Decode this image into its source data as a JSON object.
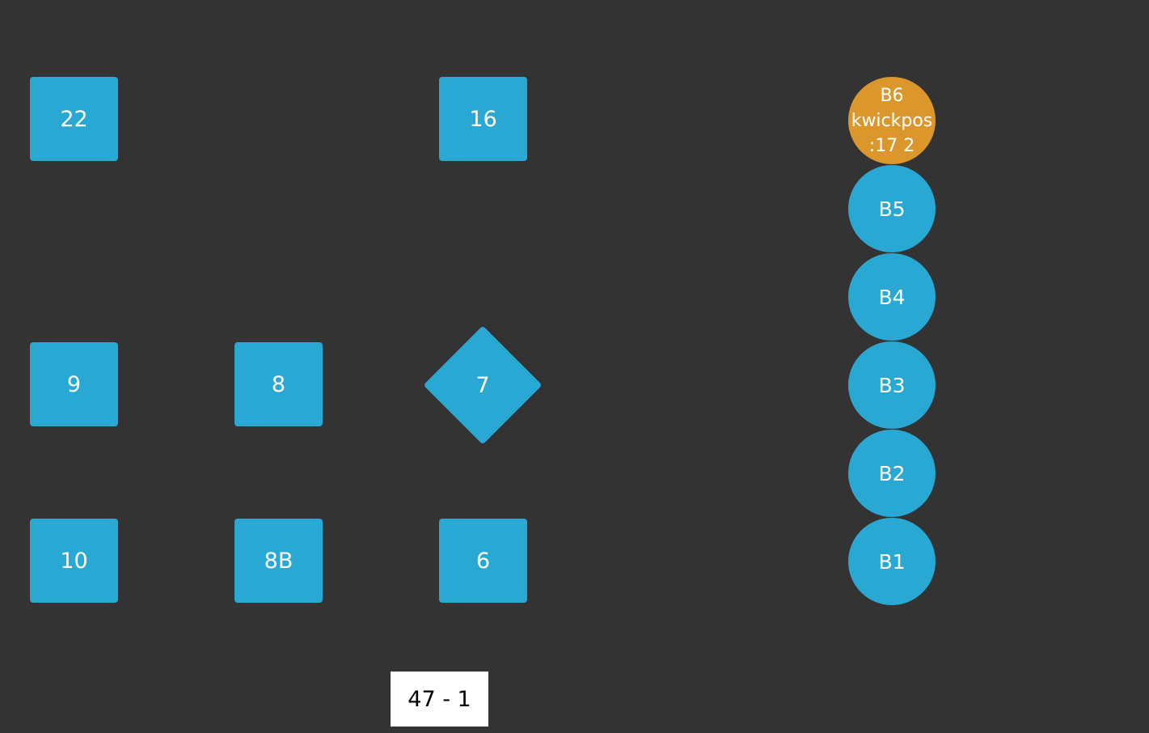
{
  "tables": {
    "t22": "22",
    "t16": "16",
    "t9": "9",
    "t8": "8",
    "t7": "7",
    "t10": "10",
    "t8b": "8B",
    "t6": "6"
  },
  "seats": {
    "b6_line1": "B6",
    "b6_line2": "kwickpos",
    "b6_line3": ":17 2",
    "b5": "B5",
    "b4": "B4",
    "b3": "B3",
    "b2": "B2",
    "b1": "B1"
  },
  "footer": {
    "label": "47 - 1"
  },
  "colors": {
    "background": "#333333",
    "table": "#29a8d3",
    "active_seat": "#db972b",
    "footer_box": "#ffffff"
  }
}
